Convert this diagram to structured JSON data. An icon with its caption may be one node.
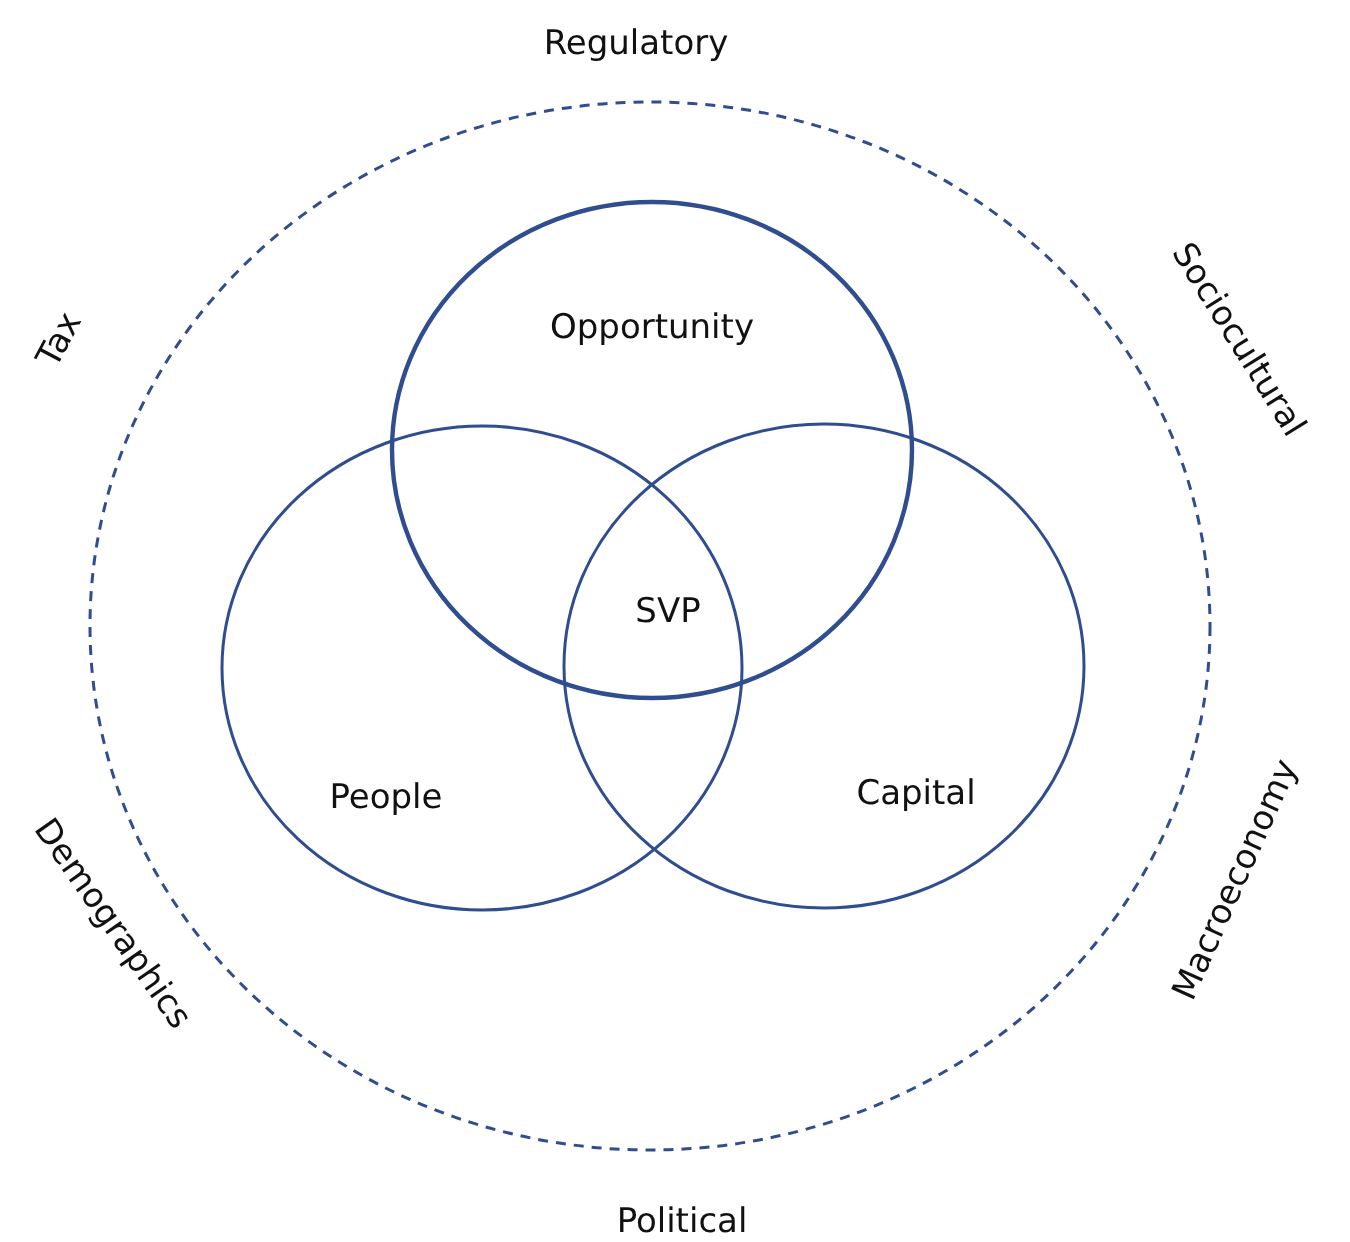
{
  "diagram": {
    "nodes": [
      {
        "text": [
          "Opportunity"
        ]
      },
      {
        "text": [
          "People"
        ]
      },
      {
        "text": [
          "Capital"
        ]
      }
    ],
    "labels": [
      "Regulatory",
      "Tax",
      "Sociocultural",
      "SVP",
      "Demographics",
      "Macroeconomy",
      "Political"
    ]
  }
}
